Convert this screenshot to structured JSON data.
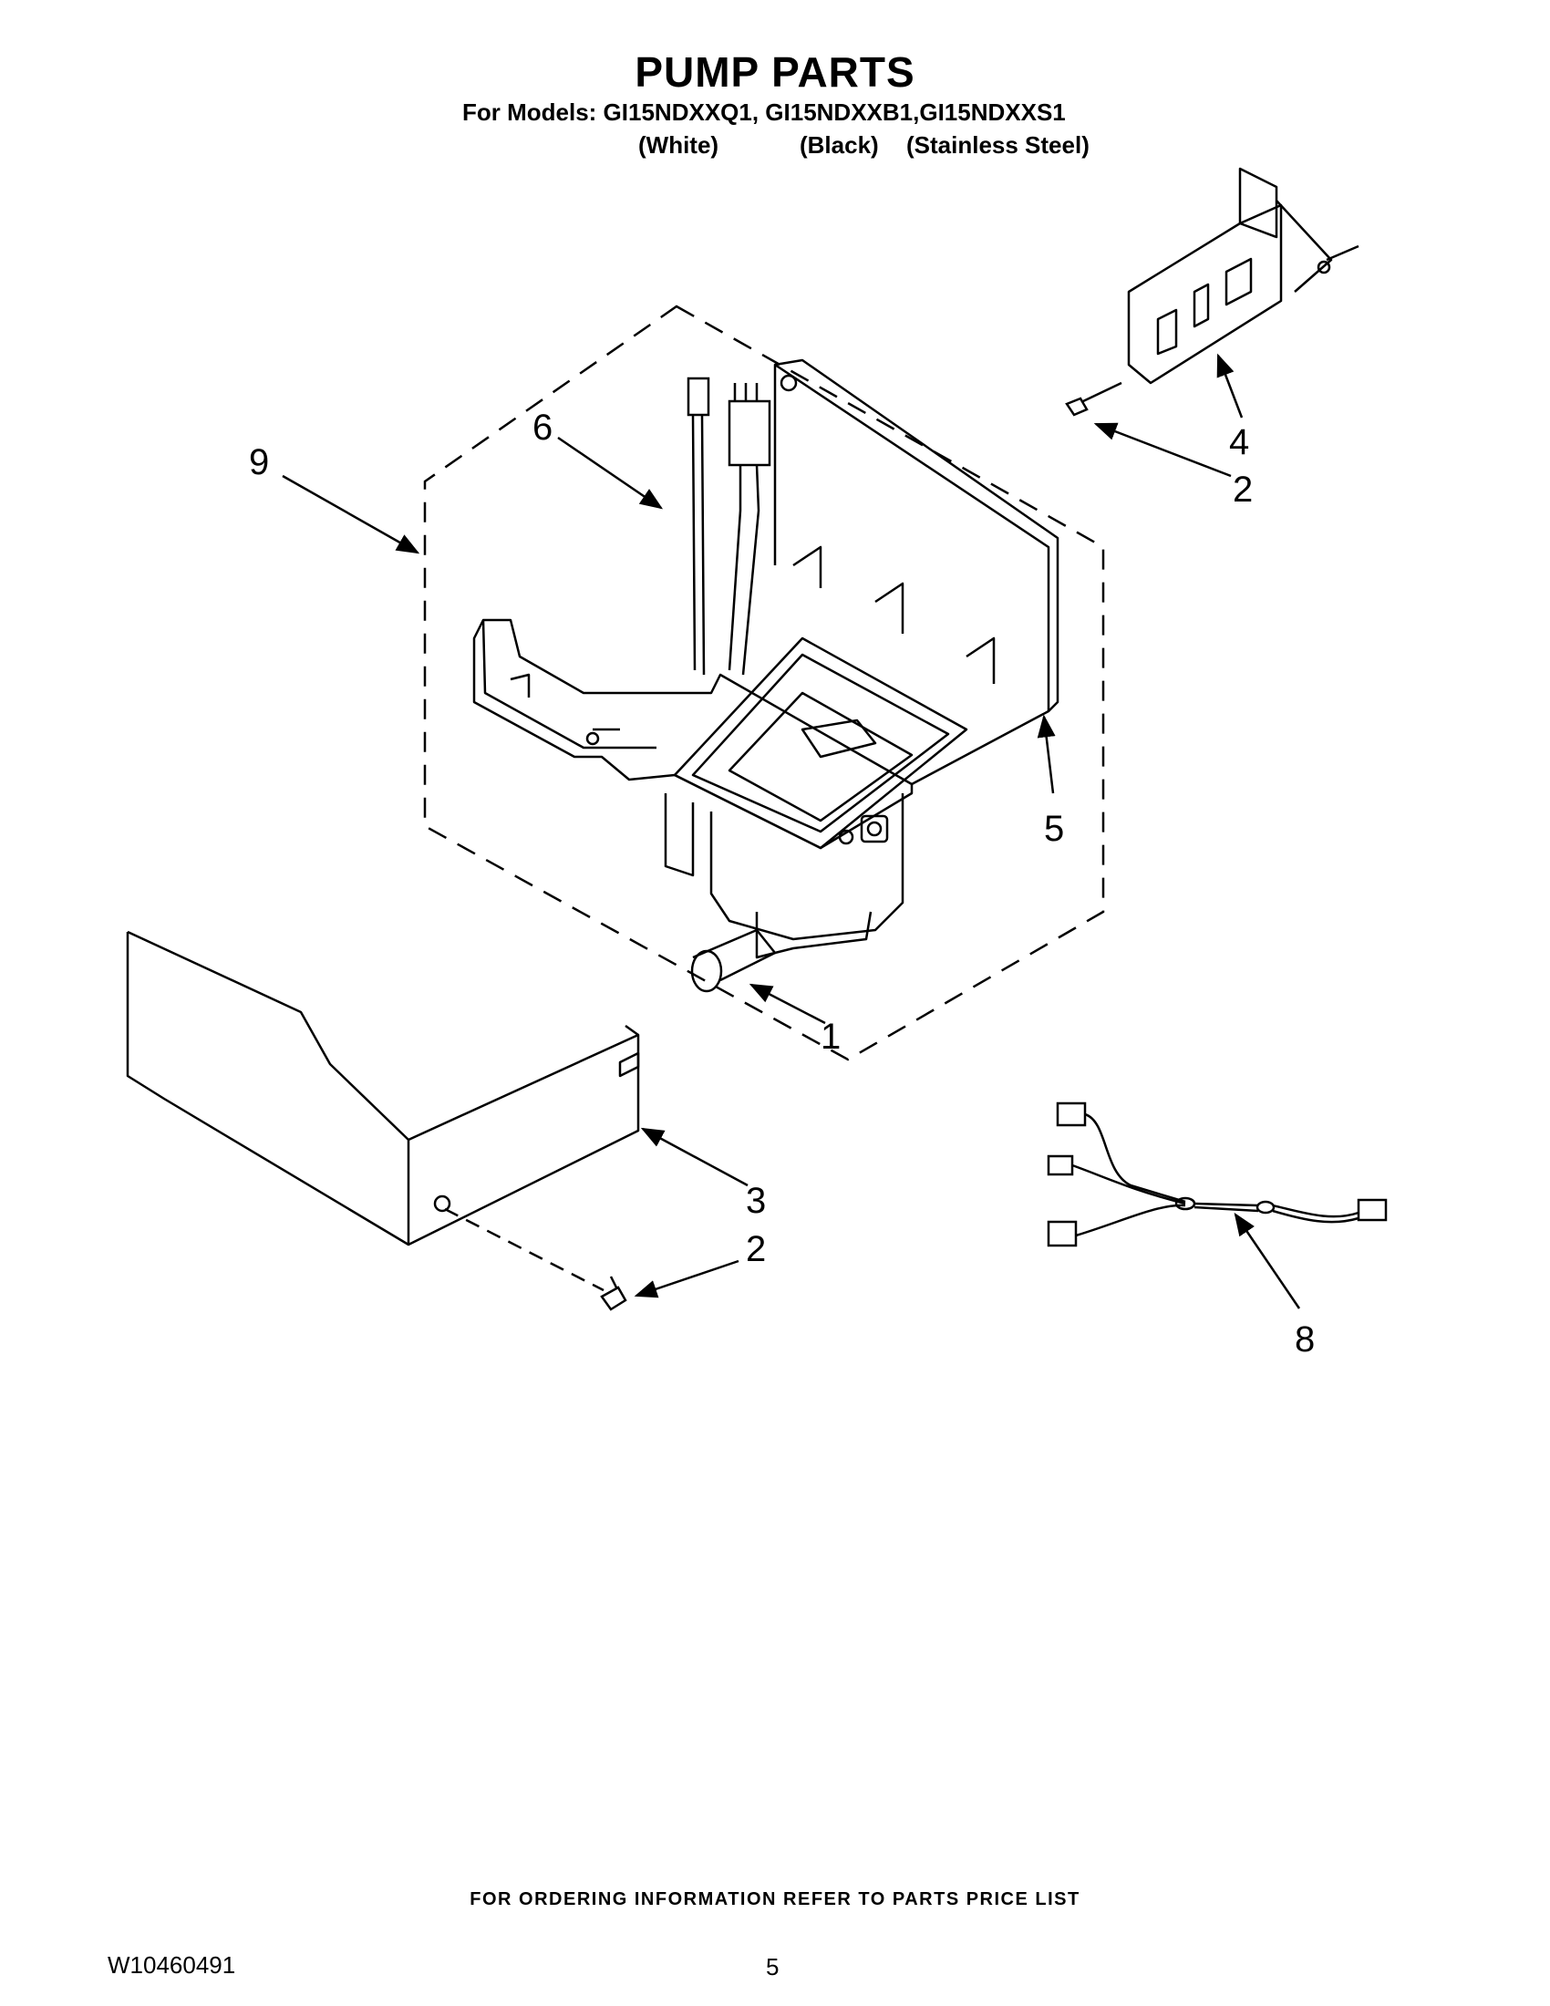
{
  "header": {
    "title": "PUMP PARTS",
    "models_line": "For Models: GI15NDXXQ1, GI15NDXXB1,GI15NDXXS1",
    "variants": [
      "(White)",
      "(Black)",
      "(Stainless Steel)"
    ]
  },
  "callouts": {
    "c1": "1",
    "c2a": "2",
    "c2b": "2",
    "c3": "3",
    "c4": "4",
    "c5": "5",
    "c6": "6",
    "c8": "8",
    "c9": "9"
  },
  "footer": {
    "ordering_note": "FOR ORDERING INFORMATION REFER TO PARTS PRICE LIST",
    "document_number": "W10460491",
    "page_number": "5"
  }
}
